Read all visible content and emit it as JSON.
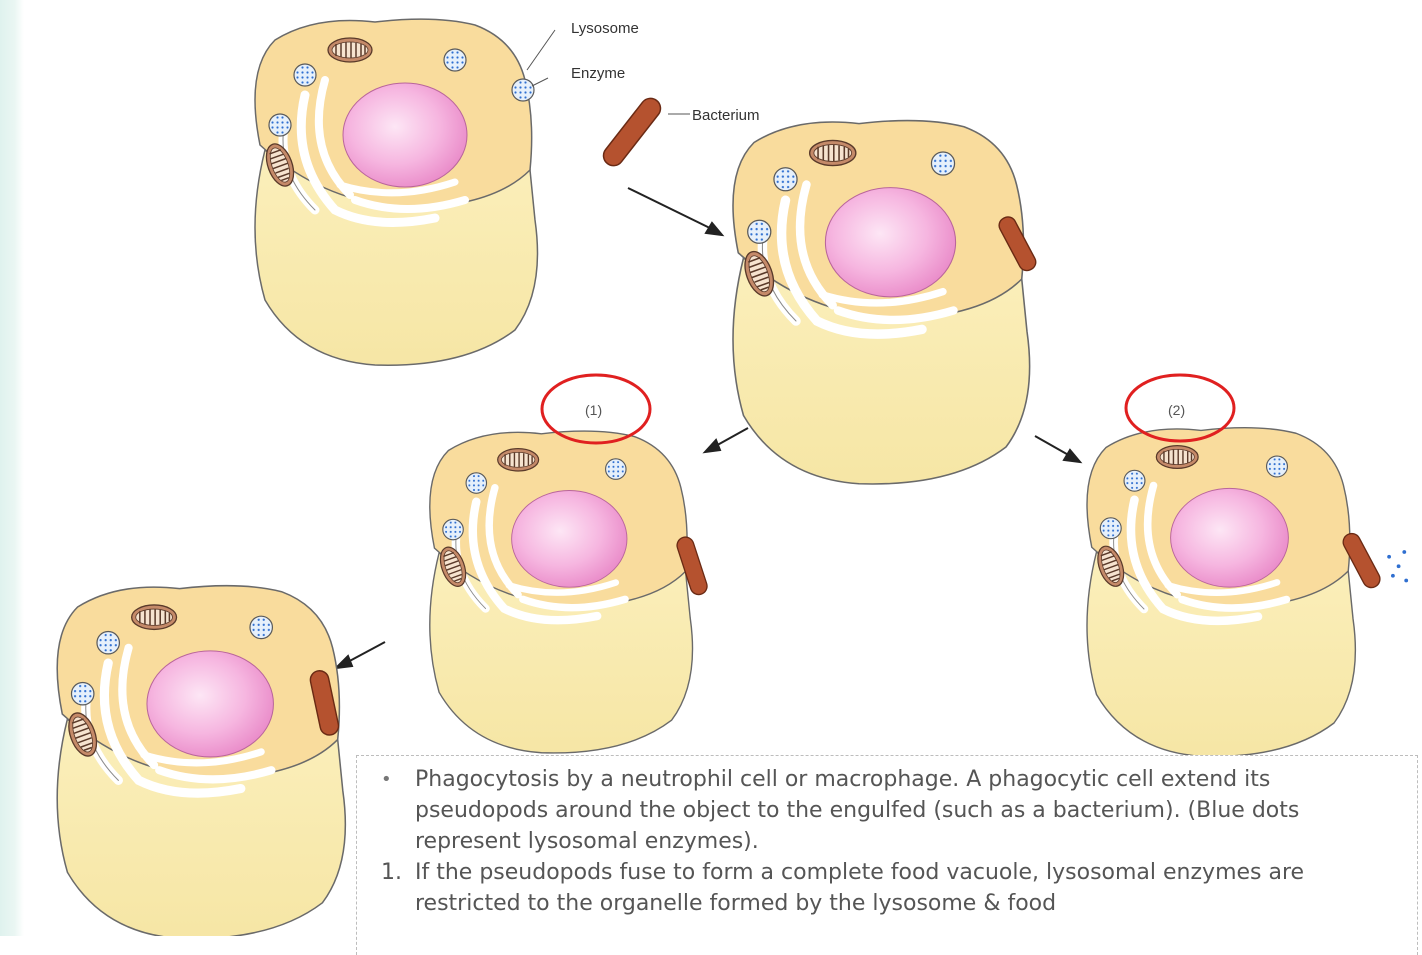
{
  "labels": {
    "lysosome": "Lysosome",
    "enzyme": "Enzyme",
    "bacterium": "Bacterium",
    "stage1": "(1)",
    "stage2": "(2)"
  },
  "caption": {
    "bullet_marker": "•",
    "bullet_text": "Phagocytosis by a neutrophil cell or macrophage. A phagocytic cell extend its pseudopods around the object to the engulfed (such as a bacterium). (Blue dots represent lysosomal enzymes).",
    "item_marker": "1.",
    "item_text": "If the pseudopods fuse to form a complete food vacuole, lysosomal enzymes are restricted to the organelle formed by the lysosome & food"
  },
  "colors": {
    "cytoplasm": "#f9dc9d",
    "cell_base": "#fbf0be",
    "nucleus": "#f4a7d9",
    "bacterium": "#b5522f",
    "lysosome_dots": "#2f6fd0",
    "highlight_circle": "#e02020",
    "mitochondrion": "#9b6a4e"
  }
}
